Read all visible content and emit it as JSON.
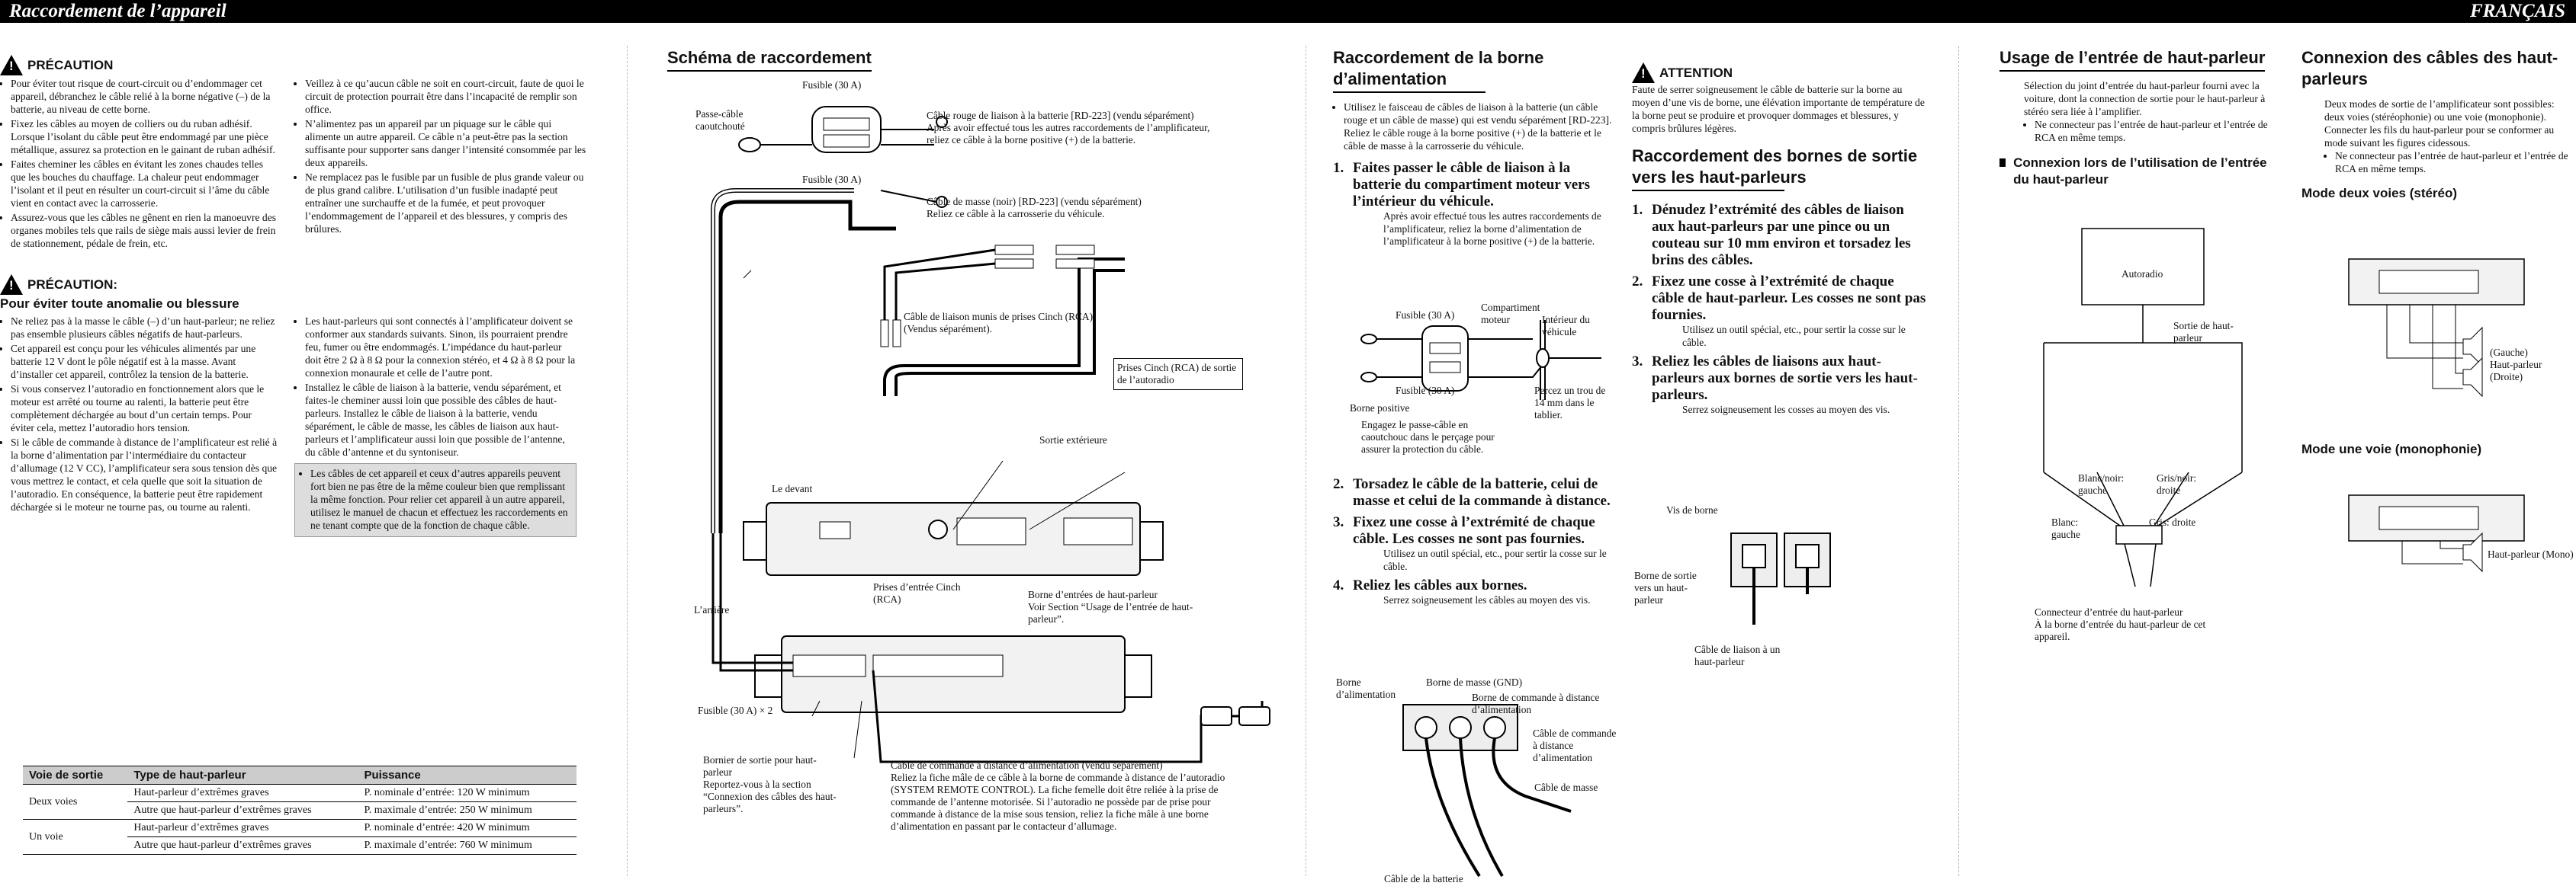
{
  "header": {
    "left_title": "Raccordement de l’appareil",
    "right_title": "FRANÇAIS"
  },
  "col1": {
    "warning1": {
      "title": "PRÉCAUTION",
      "bullets": [
        "Pour éviter tout risque de court-circuit ou d’endommager cet appareil, débranchez le câble relié à la borne négative (–) de la batterie, au niveau de cette borne.",
        "Fixez les câbles au moyen de colliers ou du ruban adhésif. Lorsque l’isolant du câble peut être endommagé par une pièce métallique, assurez sa protection en le gainant de ruban adhésif.",
        "Faites cheminer les câbles en évitant les zones chaudes telles que les bouches du chauffage. La chaleur peut endommager l’isolant et il peut en résulter un court-circuit si l’âme du câble vient en contact avec la carrosserie.",
        "Assurez-vous que les câbles ne gênent en rien la manoeuvre des organes mobiles tels que rails de siège mais aussi levier de frein de stationnement, pédale de frein, etc."
      ],
      "bullets_right": [
        "Veillez à ce qu’aucun câble ne soit en court-circuit, faute de quoi le circuit de protection pourrait être dans l’incapacité de remplir son office.",
        "N’alimentez pas un appareil par un piquage sur le câble qui alimente un autre appareil. Ce câble n’a peut-être pas la section suffisante pour supporter sans danger l’intensité consommée par les deux appareils.",
        "Ne remplacez pas le fusible par un fusible de plus grande valeur ou de plus grand calibre. L’utilisation d’un fusible inadapté peut entraîner une surchauffe et de la fumée, et peut provoquer l’endommagement de l’appareil et des blessures, y compris des brûlures."
      ]
    },
    "warning2": {
      "title": "PRÉCAUTION:",
      "subtitle": "Pour éviter toute anomalie ou blessure",
      "bullets": [
        "Ne reliez pas à la masse le câble (–) d’un haut-parleur; ne reliez pas ensemble plusieurs câbles négatifs de haut-parleurs.",
        "Cet appareil est conçu pour les véhicules alimentés par une batterie 12 V dont le pôle négatif est à la masse. Avant d’installer cet appareil, contrôlez la tension de la batterie.",
        "Si vous conservez l’autoradio en fonctionnement alors que le moteur est arrêté ou tourne au ralenti, la batterie peut être complètement déchargée au bout d’un certain temps. Pour éviter cela, mettez l’autoradio hors tension.",
        "Si le câble de commande à distance de l’amplificateur est relié à la borne d’alimentation par l’intermédiaire du contacteur d’allumage (12 V CC), l’amplificateur sera sous tension dès que vous mettrez le contact, et cela quelle que soit la situation de l’autoradio. En conséquence, la batterie peut être rapidement déchargée si le moteur ne tourne pas, ou tourne au ralenti."
      ],
      "bullets_right": [
        "Les haut-parleurs qui sont connectés à l’amplificateur doivent se conformer aux standards suivants. Sinon, ils pourraient prendre feu, fumer ou être endommagés. L’impédance du haut-parleur doit être 2 Ω à 8 Ω pour la connexion stéréo, et 4 Ω à 8 Ω pour la connexion monaurale et celle de l’autre pont.",
        "Installez le câble de liaison à la batterie, vendu séparément, et faites-le cheminer aussi loin que possible des câbles de haut-parleurs. Installez le câble de liaison à la batterie, vendu séparément, le câble de masse, les câbles de liaison aux haut-parleurs et l’amplificateur aussi loin que possible de l’antenne, du câble d’antenne et du syntoniseur."
      ],
      "shaded_note": "Les câbles de cet appareil et ceux d’autres appareils peuvent fort bien ne pas être de la même couleur bien que remplissant la même fonction. Pour relier cet appareil à un autre appareil, utilisez le manuel de chacun et effectuez les raccordements en ne tenant compte que de la fonction de chaque câble."
    },
    "table": {
      "headers": [
        "Voie de sortie",
        "Type de haut-parleur",
        "Puissance"
      ],
      "rows": [
        [
          "Deux voies",
          "Haut-parleur d’extrêmes graves",
          "P. nominale d’entrée: 120 W minimum"
        ],
        [
          "",
          "Autre que haut-parleur d’extrêmes graves",
          "P. maximale d’entrée: 250 W minimum"
        ],
        [
          "Un voie",
          "Haut-parleur d’extrêmes graves",
          "P. nominale d’entrée: 420 W minimum"
        ],
        [
          "",
          "Autre que haut-parleur d’extrêmes graves",
          "P. maximale d’entrée: 760 W minimum"
        ]
      ]
    }
  },
  "col2": {
    "title": "Schéma de raccordement",
    "labels": {
      "fuse_top": "Fusible (30 A)",
      "fuse_mid": "Fusible (30 A)",
      "grommet": "Passe-câble caoutchouté",
      "battery_cable": "Câble rouge de liaison à la batterie [RD-223] (vendu séparément)\nAprès avoir effectué tous les autres raccordements de l’amplificateur, reliez ce câble à la borne positive (+) de la batterie.",
      "ground_cable": "Câble de masse (noir) [RD-223] (vendu séparément)\nReliez ce câble à la carrosserie du véhicule.",
      "rca_cable": "Câble de liaison munis de prises Cinch (RCA) (Vendus séparément).",
      "rca_jacks_radio": "Prises Cinch (RCA) de sortie de l’autoradio",
      "ext_output": "Sortie extérieure",
      "front": "Le devant",
      "rear": "L’arrière",
      "rca_input": "Prises d’entrée Cinch (RCA)",
      "speaker_terminal": "Borne d’entrées de haut-parleur\nVoir Section “Usage de l’entrée de haut-parleur”.",
      "fuse_x2": "Fusible (30 A) × 2",
      "speaker_output": "Bornier de sortie pour haut-parleur\nReportez-vous à la section “Connexion des câbles des haut-parleurs”.",
      "remote_cable": "Câble de commande à distance d’alimentation (vendu séparément)\nReliez la fiche mâle de ce câble à la borne de commande à distance de l’autoradio (SYSTEM REMOTE CONTROL). La fiche femelle doit être reliée à la prise de commande de l’antenne motorisée. Si l’autoradio ne possède par de prise pour commande à distance de la mise sous tension, reliez la fiche mâle à une borne d’alimentation en passant par le contacteur d’allumage."
    }
  },
  "col3": {
    "title": "Raccordement de la borne d’alimentation",
    "intro": "Utilisez le faisceau de câbles de liaison à la batterie (un câble rouge et un câble de masse) qui est vendu séparément [RD-223]. Reliez le câble rouge à la borne positive (+) de la batterie et le câble de masse à la carrosserie du véhicule.",
    "steps": [
      {
        "n": "1.",
        "text": "Faites passer le câble de liaison à la batterie du compartiment moteur vers l’intérieur du véhicule.",
        "note": "Après avoir effectué tous les autres raccordements de l’amplificateur, reliez la borne d’alimentation de l’amplificateur à la borne positive (+) de la batterie."
      },
      {
        "n": "2.",
        "text": "Torsadez le câble de la batterie, celui de masse et celui de la commande à distance.",
        "note": ""
      },
      {
        "n": "3.",
        "text": "Fixez une cosse à l’extrémité de chaque câble. Les cosses ne sont pas fournies.",
        "note": "Utilisez un outil spécial, etc., pour sertir la cosse sur le câble."
      },
      {
        "n": "4.",
        "text": "Reliez les câbles aux bornes.",
        "note": "Serrez soigneusement les câbles au moyen des vis."
      }
    ],
    "fig1": {
      "fuse_a": "Fusible (30 A)",
      "fuse_b": "Fusible (30 A)",
      "engine_comp": "Compartiment moteur",
      "interior": "Intérieur du véhicule",
      "positive": "Borne positive",
      "grommet_note": "Engagez le passe-câble en caoutchouc dans le perçage pour assurer la protection du câble.",
      "hole_note": "Percez un trou de 14 mm dans le tablier."
    },
    "fig2": {
      "power_terminal": "Borne d’alimentation",
      "gnd_terminal": "Borne de masse (GND)",
      "remote_terminal": "Borne de commande à distance d’alimentation",
      "remote_cable": "Câble de commande à distance d’alimentation",
      "ground_cable": "Câble de masse",
      "battery_cable": "Câble de la batterie"
    }
  },
  "col4": {
    "warning_title": "ATTENTION",
    "warning_text": "Faute de serrer soigneusement le câble de batterie sur la borne au moyen d’une vis de borne, une élévation importante de température de la borne peut se produire et provoquer dommages et blessures, y compris brûlures légères.",
    "title": "Raccordement des bornes de sortie vers les haut-parleurs",
    "steps": [
      {
        "n": "1.",
        "text": "Dénudez l’extrémité des câbles de liaison aux haut-parleurs par une pince ou un couteau sur 10 mm environ et torsadez les brins des câbles.",
        "note": ""
      },
      {
        "n": "2.",
        "text": "Fixez une cosse à l’extrémité de chaque câble de haut-parleur. Les cosses ne sont pas fournies.",
        "note": "Utilisez un outil spécial, etc., pour sertir la cosse sur le câble."
      },
      {
        "n": "3.",
        "text": "Reliez les câbles de liaisons aux haut-parleurs aux bornes de sortie vers les haut-parleurs.",
        "note": "Serrez soigneusement les cosses au moyen des vis."
      }
    ],
    "fig": {
      "screw": "Vis de borne",
      "terminal": "Borne de sortie vers un haut-parleur",
      "cable": "Câble de liaison à un haut-parleur"
    }
  },
  "col5": {
    "title": "Usage de l’entrée de haut-parleur",
    "text": "Sélection du joint d’entrée du haut-parleur fourni avec la voiture, dont la connection de sortie pour le haut-parleur à stéréo sera liée à l’amplifier.",
    "bullet": "Ne connecteur pas l’entrée de haut-parleur et l’entrée de RCA en même temps.",
    "subtitle": "Connexion lors de l’utilisation de l’entrée du haut-parleur",
    "diagram": {
      "autoradio": "Autoradio",
      "speaker_out": "Sortie de haut-parleur",
      "white_black": "Blanc/noir: gauche",
      "grey_black": "Gris/noir: droite",
      "white": "Blanc: gauche",
      "grey": "Gris: droite",
      "connector": "Connecteur d’entrée du haut-parleur\nÀ la borne d’entrée du haut-parleur de cet appareil."
    }
  },
  "col6": {
    "title": "Connexion des câbles des haut-parleurs",
    "text": "Deux modes de sortie de l’amplificateur sont possibles: deux voies (stéréophonie) ou une voie (monophonie). Connecter les fils du haut-parleur pour se conformer au mode suivant les figures cidessous.",
    "bullet": "Ne connecteur pas l’entrée de haut-parleur et l’entrée de RCA en même temps.",
    "stereo_title": "Mode deux voies (stéréo)",
    "stereo_labels": "(Gauche)\nHaut-parleur\n(Droite)",
    "mono_title": "Mode une voie (monophonie)",
    "mono_label": "Haut-parleur (Mono)"
  }
}
